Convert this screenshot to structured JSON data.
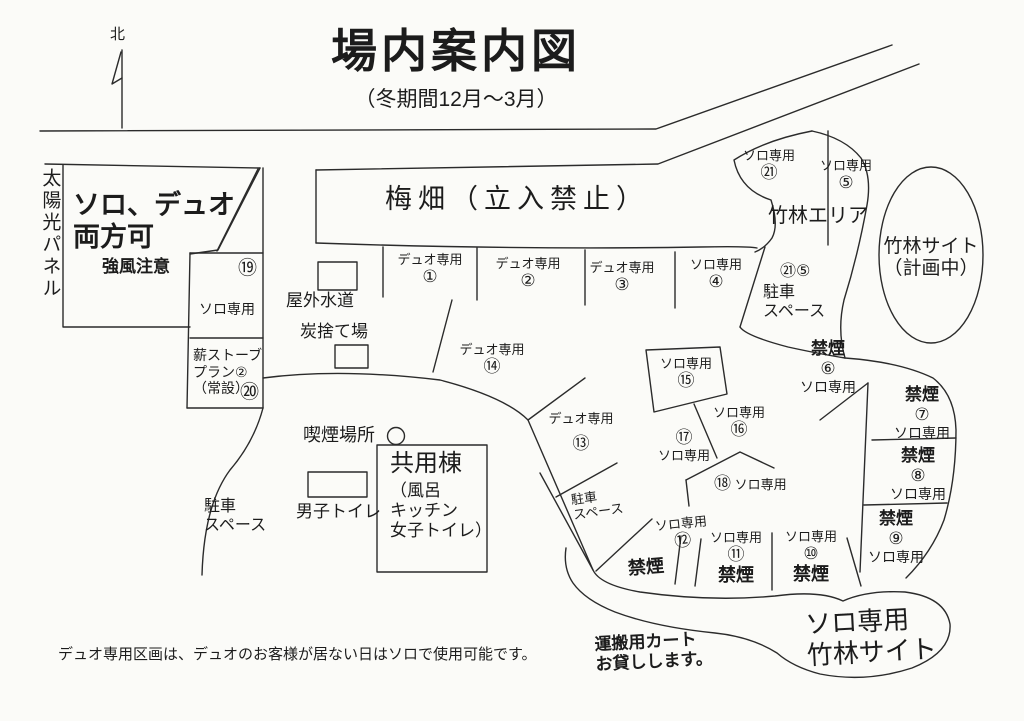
{
  "header": {
    "north": "北",
    "title": "場内案内図",
    "subtitle": "（冬期間12月～3月）"
  },
  "labels": {
    "solar_panel": "太陽光パネル",
    "solo_duo_1": "ソロ、デュオ",
    "solo_duo_2": "両方可",
    "wind_caution": "強風注意",
    "ume_field": "梅畑（立入禁止）",
    "bamboo_area": "竹林エリア",
    "bamboo_planned_1": "竹林サイト",
    "bamboo_planned_2": "（計画中）",
    "solo_bamboo_1": "ソロ専用",
    "solo_bamboo_2": "竹林サイト",
    "parking_1": "駐車",
    "parking_2": "スペース",
    "parking_nums_21_5": "㉑⑤",
    "smoking_area": "喫煙場所",
    "outdoor_water": "屋外水道",
    "charcoal": "炭捨て場",
    "shared_1": "共用棟",
    "shared_2": "（風呂",
    "shared_3": "キッチン",
    "shared_4": "女子トイレ）",
    "mens_toilet": "男子トイレ",
    "stove_1": "薪ストーブ",
    "stove_2": "プラン②",
    "stove_3": "（常設）",
    "no_smoking": "禁煙",
    "cart_1": "運搬用カート",
    "cart_2": "お貸しします。",
    "footnote": "デュオ専用区画は、デュオのお客様が居ない日はソロで使用可能です。"
  },
  "sites": {
    "s1": {
      "label": "デュオ専用",
      "num": "①"
    },
    "s2": {
      "label": "デュオ専用",
      "num": "②"
    },
    "s3": {
      "label": "デュオ専用",
      "num": "③"
    },
    "s4": {
      "label": "ソロ専用",
      "num": "④"
    },
    "s5": {
      "label": "ソロ専用",
      "num": "⑤"
    },
    "s6": {
      "label": "ソロ専用",
      "num": "⑥"
    },
    "s7": {
      "label": "ソロ専用",
      "num": "⑦"
    },
    "s8": {
      "label": "ソロ専用",
      "num": "⑧"
    },
    "s9": {
      "label": "ソロ専用",
      "num": "⑨"
    },
    "s10": {
      "label": "ソロ専用",
      "num": "⑩"
    },
    "s11": {
      "label": "ソロ専用",
      "num": "⑪"
    },
    "s12": {
      "label": "ソロ専用",
      "num": "⑫"
    },
    "s13": {
      "label": "デュオ専用",
      "num": "⑬"
    },
    "s14": {
      "label": "デュオ専用",
      "num": "⑭"
    },
    "s15": {
      "label": "ソロ専用",
      "num": "⑮"
    },
    "s16": {
      "label": "ソロ専用",
      "num": "⑯"
    },
    "s17": {
      "label": "ソロ専用",
      "num": "⑰"
    },
    "s18": {
      "label": "ソロ専用",
      "num": "⑱"
    },
    "s19": {
      "label": "ソロ専用",
      "num": "⑲"
    },
    "s20": {
      "num": "⑳"
    },
    "s21": {
      "label": "ソロ専用",
      "num": "㉑"
    }
  }
}
